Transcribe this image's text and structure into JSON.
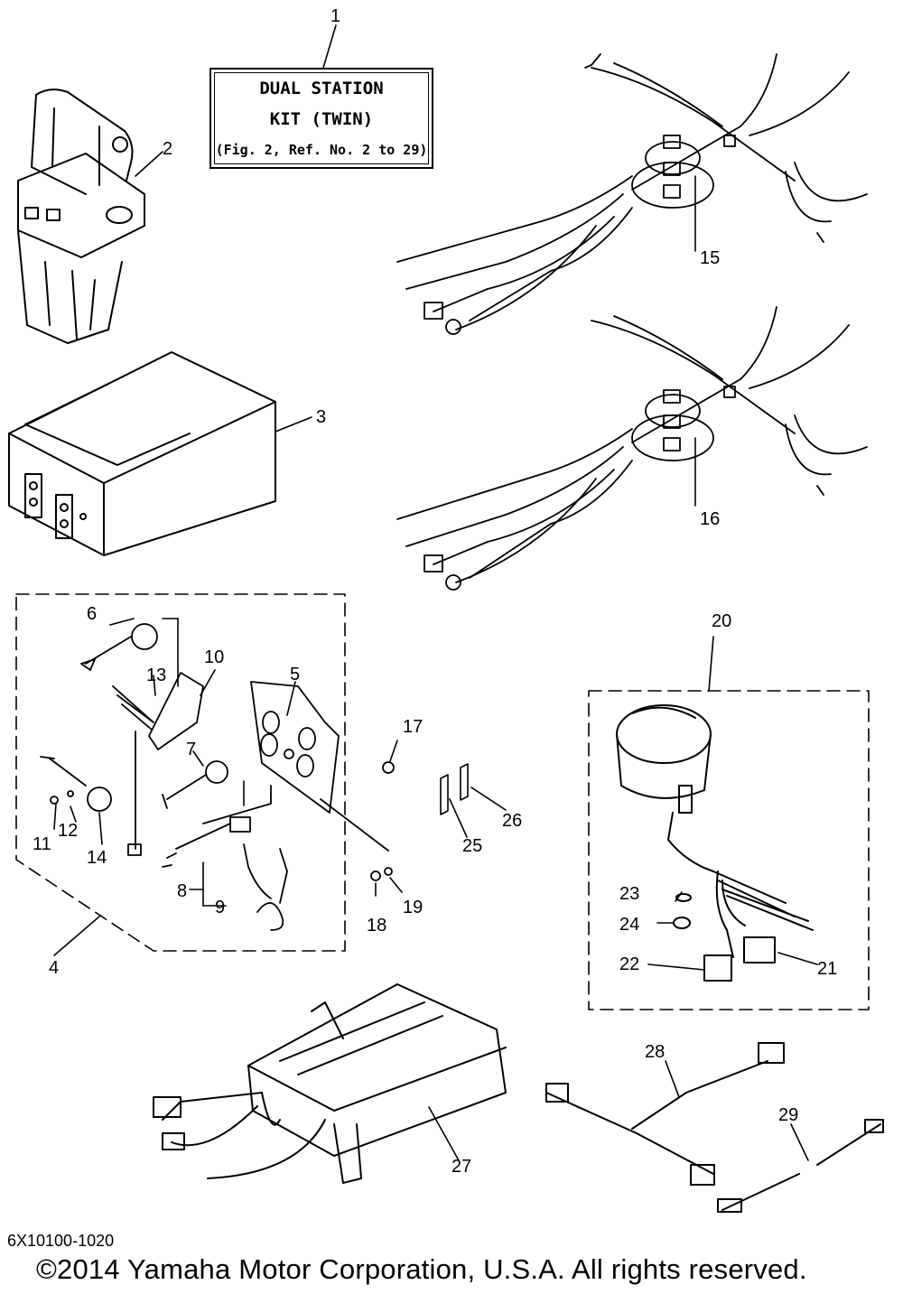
{
  "kit_box": {
    "line1": "DUAL STATION",
    "line2": "KIT (TWIN)",
    "line3": "(Fig. 2, Ref. No. 2 to 29)"
  },
  "callouts": {
    "c1": "1",
    "c2": "2",
    "c3": "3",
    "c4": "4",
    "c5": "5",
    "c6": "6",
    "c7": "7",
    "c8": "8",
    "c9": "9",
    "c10": "10",
    "c11": "11",
    "c12": "12",
    "c13": "13",
    "c14": "14",
    "c15": "15",
    "c16": "16",
    "c17": "17",
    "c18": "18",
    "c19": "19",
    "c20": "20",
    "c21": "21",
    "c22": "22",
    "c23": "23",
    "c24": "24",
    "c25": "25",
    "c26": "26",
    "c27": "27",
    "c28": "28",
    "c29": "29"
  },
  "footer": {
    "drawing_code": "6X10100-1020",
    "copyright": "©2014 Yamaha Motor Corporation, U.S.A. All rights reserved."
  },
  "colors": {
    "ink": "#000000",
    "paper": "#ffffff"
  }
}
